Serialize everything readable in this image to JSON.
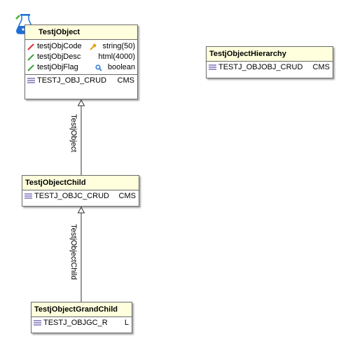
{
  "entities": {
    "testj_object": {
      "name": "TestjObject",
      "attributes": [
        {
          "name": "testjObjCode",
          "type": "string(50)",
          "icon": "pencil-red-icon",
          "key": true
        },
        {
          "name": "testjObjDesc",
          "type": "html(4000)",
          "icon": "pencil-green-icon",
          "key": false
        },
        {
          "name": "testjObjFlag",
          "type": "boolean",
          "icon": "pencil-green-icon",
          "search": true
        }
      ],
      "operation": {
        "name": "TESTJ_OBJ_CRUD",
        "extra": "CMS"
      }
    },
    "testj_object_hierarchy": {
      "name": "TestjObjectHierarchy",
      "operation": {
        "name": "TESTJ_OBJOBJ_CRUD",
        "extra": "CMS"
      }
    },
    "testj_object_child": {
      "name": "TestjObjectChild",
      "operation": {
        "name": "TESTJ_OBJC_CRUD",
        "extra": "CMS"
      }
    },
    "testj_object_grand_child": {
      "name": "TestjObjectGrandChild",
      "operation": {
        "name": "TESTJ_OBJGC_R",
        "extra": "L"
      }
    }
  },
  "links": [
    {
      "label": "TestjObject",
      "from": "TestjObjectChild",
      "to": "TestjObject"
    },
    {
      "label": "TestjObjectChild",
      "from": "TestjObjectGrandChild",
      "to": "TestjObjectChild"
    }
  ],
  "colors": {
    "header": "#ffffdd",
    "border": "#6b6b6b",
    "flask": "#1f6fd6",
    "op_icon": "#9b95c9"
  }
}
